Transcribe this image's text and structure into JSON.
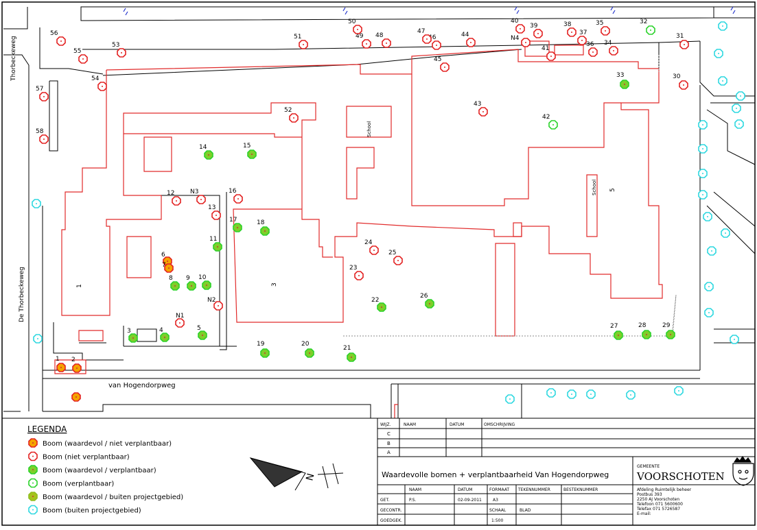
{
  "streets": {
    "thorbeckeweg_top": "Thorbeckeweg",
    "thorbeckeweg_left": "De Thorbeckeweg",
    "hogendorpweg": "van Hogendorpweg"
  },
  "buildings": {
    "school_1": "School",
    "school_2": "School",
    "b1": "1",
    "b3": "3",
    "b5": "5"
  },
  "symbols": {
    "waardevol_niet_verplantbaar": {
      "stroke": "#e32222",
      "fill": "#f5a300"
    },
    "niet_verplantbaar": {
      "stroke": "#e32222",
      "fill": "#ffffff"
    },
    "waardevol_verplantbaar": {
      "stroke": "#2bd32b",
      "fill": "#7fce2a"
    },
    "verplantbaar": {
      "stroke": "#2bd32b",
      "fill": "#ffffff"
    },
    "waardevol_buiten": {
      "stroke": "#8fbe20",
      "fill": "#a6c21c"
    },
    "buiten": {
      "stroke": "#2fd8e0",
      "fill": "#ffffff"
    }
  },
  "trees": [
    {
      "label": "1",
      "type": "waardevol_niet_verplantbaar"
    },
    {
      "label": "2",
      "type": "waardevol_niet_verplantbaar"
    },
    {
      "label": "",
      "type": "waardevol_niet_verplantbaar"
    },
    {
      "label": "3",
      "type": "waardevol_verplantbaar"
    },
    {
      "label": "4",
      "type": "waardevol_verplantbaar"
    },
    {
      "label": "5",
      "type": "waardevol_verplantbaar"
    },
    {
      "label": "6",
      "type": "waardevol_niet_verplantbaar"
    },
    {
      "label": "7",
      "type": "waardevol_niet_verplantbaar"
    },
    {
      "label": "8",
      "type": "waardevol_verplantbaar"
    },
    {
      "label": "9",
      "type": "waardevol_verplantbaar"
    },
    {
      "label": "10",
      "type": "waardevol_verplantbaar"
    },
    {
      "label": "11",
      "type": "waardevol_verplantbaar"
    },
    {
      "label": "12",
      "type": "niet_verplantbaar"
    },
    {
      "label": "13",
      "type": "niet_verplantbaar"
    },
    {
      "label": "14",
      "type": "waardevol_verplantbaar"
    },
    {
      "label": "15",
      "type": "waardevol_verplantbaar"
    },
    {
      "label": "16",
      "type": "niet_verplantbaar"
    },
    {
      "label": "17",
      "type": "waardevol_verplantbaar"
    },
    {
      "label": "18",
      "type": "waardevol_verplantbaar"
    },
    {
      "label": "19",
      "type": "waardevol_verplantbaar"
    },
    {
      "label": "20",
      "type": "waardevol_verplantbaar"
    },
    {
      "label": "21",
      "type": "waardevol_verplantbaar"
    },
    {
      "label": "22",
      "type": "waardevol_verplantbaar"
    },
    {
      "label": "23",
      "type": "niet_verplantbaar"
    },
    {
      "label": "24",
      "type": "niet_verplantbaar"
    },
    {
      "label": "25",
      "type": "niet_verplantbaar"
    },
    {
      "label": "26",
      "type": "waardevol_verplantbaar"
    },
    {
      "label": "27",
      "type": "waardevol_verplantbaar"
    },
    {
      "label": "28",
      "type": "waardevol_verplantbaar"
    },
    {
      "label": "29",
      "type": "waardevol_verplantbaar"
    },
    {
      "label": "30",
      "type": "niet_verplantbaar"
    },
    {
      "label": "31",
      "type": "niet_verplantbaar"
    },
    {
      "label": "32",
      "type": "verplantbaar"
    },
    {
      "label": "33",
      "type": "waardevol_verplantbaar"
    },
    {
      "label": "34",
      "type": "niet_verplantbaar"
    },
    {
      "label": "35",
      "type": "niet_verplantbaar"
    },
    {
      "label": "36",
      "type": "niet_verplantbaar"
    },
    {
      "label": "37",
      "type": "niet_verplantbaar"
    },
    {
      "label": "38",
      "type": "niet_verplantbaar"
    },
    {
      "label": "39",
      "type": "niet_verplantbaar"
    },
    {
      "label": "40",
      "type": "niet_verplantbaar"
    },
    {
      "label": "41",
      "type": "niet_verplantbaar"
    },
    {
      "label": "42",
      "type": "verplantbaar"
    },
    {
      "label": "43",
      "type": "niet_verplantbaar"
    },
    {
      "label": "44",
      "type": "niet_verplantbaar"
    },
    {
      "label": "45",
      "type": "niet_verplantbaar"
    },
    {
      "label": "46",
      "type": "niet_verplantbaar"
    },
    {
      "label": "47",
      "type": "niet_verplantbaar"
    },
    {
      "label": "48",
      "type": "niet_verplantbaar"
    },
    {
      "label": "49",
      "type": "niet_verplantbaar"
    },
    {
      "label": "50",
      "type": "niet_verplantbaar"
    },
    {
      "label": "51",
      "type": "niet_verplantbaar"
    },
    {
      "label": "52",
      "type": "niet_verplantbaar"
    },
    {
      "label": "53",
      "type": "niet_verplantbaar"
    },
    {
      "label": "54",
      "type": "niet_verplantbaar"
    },
    {
      "label": "55",
      "type": "niet_verplantbaar"
    },
    {
      "label": "56",
      "type": "niet_verplantbaar"
    },
    {
      "label": "57",
      "type": "niet_verplantbaar"
    },
    {
      "label": "58",
      "type": "niet_verplantbaar"
    },
    {
      "label": "N1",
      "type": "niet_verplantbaar"
    },
    {
      "label": "N2",
      "type": "niet_verplantbaar"
    },
    {
      "label": "N3",
      "type": "niet_verplantbaar"
    },
    {
      "label": "N4",
      "type": "niet_verplantbaar"
    }
  ],
  "outside_trees_count_note": "",
  "legend": {
    "title": "LEGENDA",
    "items": [
      {
        "type": "waardevol_niet_verplantbaar",
        "label": "Boom (waardevol / niet verplantbaar)"
      },
      {
        "type": "niet_verplantbaar",
        "label": "Boom (niet verplantbaar)"
      },
      {
        "type": "waardevol_verplantbaar",
        "label": "Boom (waardevol / verplantbaar)"
      },
      {
        "type": "verplantbaar",
        "label": "Boom (verplantbaar)"
      },
      {
        "type": "waardevol_buiten",
        "label": "Boom (waardevol / buiten projectgebied)"
      },
      {
        "type": "buiten",
        "label": "Boom (buiten projectgebied)"
      }
    ]
  },
  "revisions": {
    "headers": [
      "WIJZ.",
      "NAAM",
      "DATUM",
      "OMSCHRIJVING"
    ],
    "rows": [
      "C",
      "B",
      "A"
    ]
  },
  "title_block": {
    "title": "Waardevolle bomen + verplantbaarheid Van Hogendorpweg",
    "headers": [
      "",
      "NAAM",
      "DATUM",
      "FORMAAT",
      "TEKENNUMMER",
      "BESTEKNUMMER"
    ],
    "rows": [
      {
        "k": "GET.",
        "naam": "P.S.",
        "datum": "02-09-2011",
        "formaat": "A3",
        "tek": "",
        "bestek": ""
      },
      {
        "k": "GECONTR.",
        "naam": "",
        "datum": "",
        "formaat": "SCHAAL",
        "tek": "BLAD",
        "bestek": ""
      },
      {
        "k": "GOEDGEK.",
        "naam": "",
        "datum": "",
        "formaat": "1:500",
        "tek": "",
        "bestek": ""
      }
    ]
  },
  "gemeente": {
    "label": "GEMEENTE",
    "name": "VOORSCHOTEN",
    "address": [
      "Afdeling Ruimtelijk beheer",
      "Postbus 393",
      "2250 AJ Voorschoten",
      "Telefoon 071 5600600",
      "Telefax 071 5726587",
      "E-mail:"
    ]
  },
  "north": {
    "letter": "N"
  },
  "colors": {
    "building": "#e12a2a",
    "line": "#000000",
    "water": "#2233cc"
  }
}
